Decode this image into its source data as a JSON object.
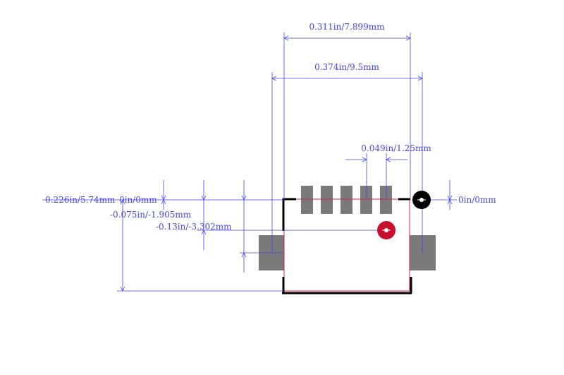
{
  "colors": {
    "background": "#ffffff",
    "dimension": "#4444ee",
    "pad": "#7a7a7a",
    "outline": "#000000",
    "courtyard": "#d4264a",
    "origin_marker": "#000000",
    "pin1_marker": "#c8102e"
  },
  "dimensions": {
    "width_top": "0.311in/7.899mm",
    "width_overall": "0.374in/9.5mm",
    "pitch": "0.049in/1.25mm",
    "height_overall": "0.226in/5.74mm",
    "origin_y": "0in/0mm",
    "pad_offset": "-0.075in/-1.905mm",
    "pin1_offset": "-0.13in/-3.302mm",
    "origin_right": "0in/0mm"
  },
  "icons": {
    "origin": "crosshair-origin-icon",
    "pin1": "pin1-marker-icon"
  }
}
